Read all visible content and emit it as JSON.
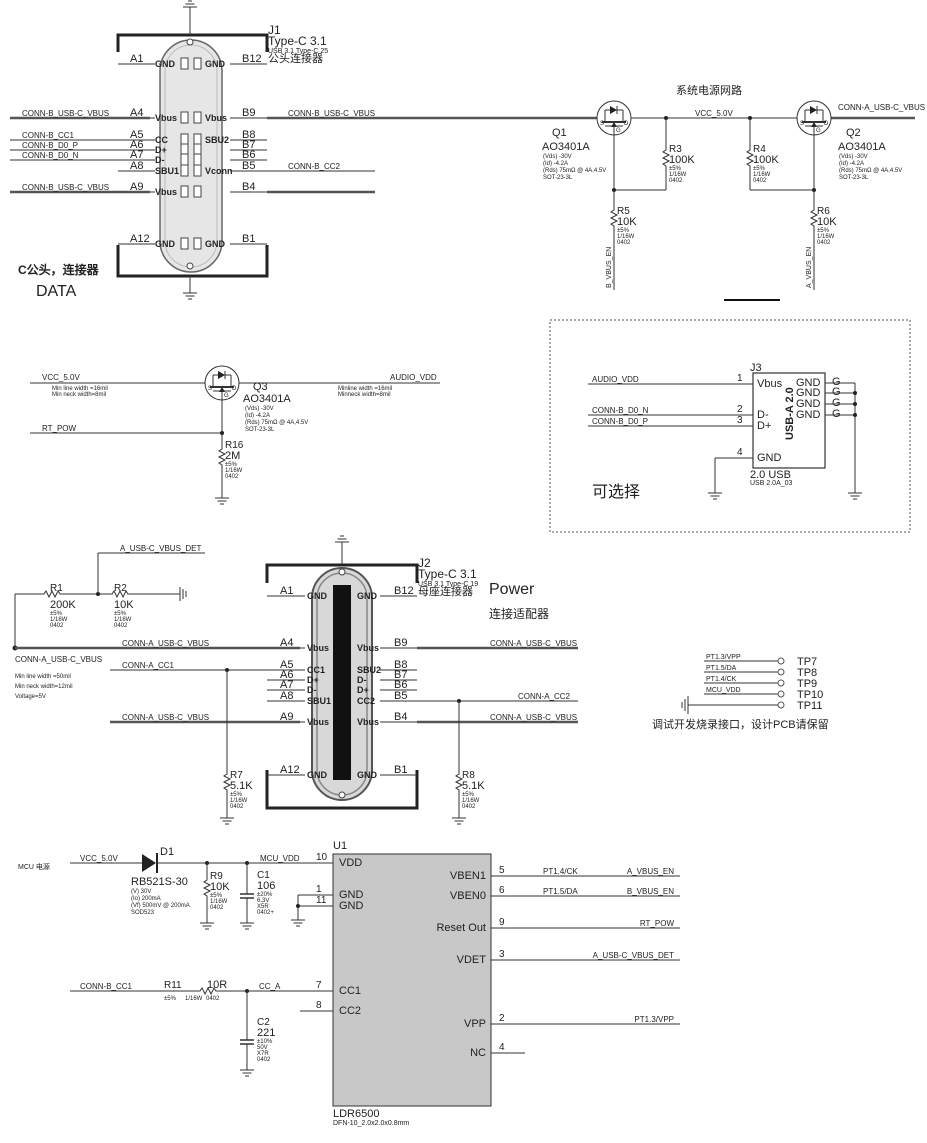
{
  "j1": {
    "ref": "J1",
    "type": "Type-C 3.1",
    "sub": "USB 3.1 Type-C 25",
    "kind": "公头连接器",
    "note1": "C公头，连接器",
    "note2": "DATA",
    "left_pins": [
      "A1",
      "A4",
      "A5",
      "A6",
      "A7",
      "A8",
      "A9",
      "A12"
    ],
    "right_pins": [
      "B12",
      "B9",
      "B8",
      "B7",
      "B6",
      "B5",
      "B4",
      "B1"
    ],
    "left_names": [
      "GND",
      "Vbus",
      "CC",
      "D+",
      "D-",
      "SBU1",
      "Vbus",
      "GND"
    ],
    "right_names": [
      "GND",
      "Vbus",
      "SBU2",
      "",
      "",
      "Vconn",
      "",
      "GND"
    ],
    "nets": {
      "l_vbus1": "CONN-B_USB-C_VBUS",
      "l_cc1": "CONN-B_CC1",
      "l_dp": "CONN-B_D0_P",
      "l_dn": "CONN-B_D0_N",
      "l_vbus2": "CONN-B_USB-C_VBUS",
      "r_vbus": "CONN-B_USB-C_VBUS",
      "r_cc2": "CONN-B_CC2"
    }
  },
  "power_net": {
    "title": "系统电源网路",
    "vcc": "VCC_5.0V",
    "conn_a": "CONN-A_USB-C_VBUS",
    "b_en": "B_VBUS_EN",
    "a_en": "A_VBUS_EN"
  },
  "q1": {
    "ref": "Q1",
    "part": "AO3401A",
    "p1": "(Vds) -30V",
    "p2": "(Id) -4.2A",
    "p3": "(Rds) 75mΩ @ 4A,4.5V",
    "pkg": "SOT-23-3L"
  },
  "q2": {
    "ref": "Q2",
    "part": "AO3401A",
    "p1": "(Vds) -30V",
    "p2": "(Id) -4.2A",
    "p3": "(Rds) 75mΩ @ 4A,4.5V",
    "pkg": "SOT-23-3L"
  },
  "q3": {
    "ref": "Q3",
    "part": "AO3401A",
    "p1": "(Vds) -30V",
    "p2": "(Id) -4.2A",
    "p3": "(Rds) 75mΩ @ 4A,4.5V",
    "pkg": "SOT-23-3L",
    "in_net": "VCC_5.0V",
    "in_n1": "Min line width =16mil",
    "in_n2": "Min neck width=8mil",
    "out_net": "AUDIO_VDD",
    "out_n1": "Minline width =16mil",
    "out_n2": "Minneck width=8mil",
    "gate_net": "RT_POW"
  },
  "r3": {
    "ref": "R3",
    "val": "100K",
    "tol": "±5%",
    "pw": "1/16W",
    "pkg": "0402"
  },
  "r4": {
    "ref": "R4",
    "val": "100K",
    "tol": "±5%",
    "pw": "1/16W",
    "pkg": "0402"
  },
  "r5": {
    "ref": "R5",
    "val": "10K",
    "tol": "±5%",
    "pw": "1/16W",
    "pkg": "0402"
  },
  "r6": {
    "ref": "R6",
    "val": "10K",
    "tol": "±5%",
    "pw": "1/16W",
    "pkg": "0402"
  },
  "r16": {
    "ref": "R16",
    "val": "2M",
    "tol": "±5%",
    "pw": "1/16W",
    "pkg": "0402"
  },
  "j3": {
    "ref": "J3",
    "title": "USB-A 2.0",
    "type": "2.0 USB",
    "sub": "USB 2.0A_03",
    "opt": "可选择",
    "pins": [
      "1",
      "2",
      "3",
      "4"
    ],
    "names": [
      "Vbus",
      "D-",
      "D+",
      "GND"
    ],
    "gnd": [
      "GND",
      "GND",
      "GND",
      "GND"
    ],
    "g": [
      "G",
      "G",
      "G",
      "G"
    ],
    "nets": [
      "AUDIO_VDD",
      "CONN-B_D0_N",
      "CONN-B_D0_P"
    ]
  },
  "j2": {
    "ref": "J2",
    "type": "Type-C 3.1",
    "sub": "USB 3.1 Type-C 19",
    "kind": "母座连接器",
    "power": "Power",
    "adapter": "连接适配器",
    "left_pins": [
      "A1",
      "A4",
      "A5",
      "A6",
      "A7",
      "A8",
      "A9",
      "A12"
    ],
    "right_pins": [
      "B12",
      "B9",
      "B8",
      "B7",
      "B6",
      "B5",
      "B4",
      "B1"
    ],
    "left_names": [
      "GND",
      "Vbus",
      "CC1",
      "D+",
      "D-",
      "SBU1",
      "Vbus",
      "GND"
    ],
    "right_names": [
      "GND",
      "Vbus",
      "SBU2",
      "D-",
      "D+",
      "CC2",
      "Vbus",
      "GND"
    ],
    "nets": {
      "det": "A_USB-C_VBUS_DET",
      "vbus_l": "CONN-A_USB-C_VBUS",
      "cc1": "CONN-A_CC1",
      "vbus_l2": "CONN-A_USB-C_VBUS",
      "vbus_r": "CONN-A_USB-C_VBUS",
      "cc2": "CONN-A_CC2",
      "vbus_r2": "CONN-A_USB-C_VBUS",
      "vbus_node": "CONN-A_USB-C_VBUS",
      "n1": "Min line width =50mil",
      "n2": "Min neck width=12mil",
      "n3": "Voltage=5V"
    }
  },
  "r1": {
    "ref": "R1",
    "val": "200K",
    "tol": "±5%",
    "pw": "1/16W",
    "pkg": "0402"
  },
  "r2": {
    "ref": "R2",
    "val": "10K",
    "tol": "±5%",
    "pw": "1/16W",
    "pkg": "0402"
  },
  "r7": {
    "ref": "R7",
    "val": "5.1K",
    "tol": "±5%",
    "pw": "1/16W",
    "pkg": "0402"
  },
  "r8": {
    "ref": "R8",
    "val": "5.1K",
    "tol": "±5%",
    "pw": "1/16W",
    "pkg": "0402"
  },
  "tp": {
    "nets": [
      "PT1.3/VPP",
      "PT1.5/DA",
      "PT1.4/CK",
      "MCU_VDD",
      ""
    ],
    "labels": [
      "TP7",
      "TP8",
      "TP9",
      "TP10",
      "TP11"
    ],
    "note": "调试开发烧录接口，设计PCB请保留"
  },
  "u1": {
    "ref": "U1",
    "part": "LDR6500",
    "pkg": "DFN-10_2.0x2.0x0.8mm",
    "lpins": [
      "10",
      "1",
      "11",
      "7",
      "8"
    ],
    "lnames": [
      "VDD",
      "GND",
      "GND",
      "CC1",
      "CC2"
    ],
    "rpins": [
      "5",
      "6",
      "9",
      "3",
      "2",
      "4"
    ],
    "rnames": [
      "VBEN1",
      "VBEN0",
      "Reset Out",
      "VDET",
      "VPP",
      "NC"
    ],
    "rnets": [
      "PT1.4/CK",
      "PT1.5/DA",
      "",
      "",
      "",
      ""
    ],
    "rnets2": [
      "A_VBUS_EN",
      "B_VBUS_EN",
      "RT_POW",
      "A_USB-C_VBUS_DET",
      "PT1.3/VPP",
      ""
    ],
    "mcu": "MCU 电源",
    "vcc": "VCC_5.0V",
    "mcu_vdd": "MCU_VDD",
    "cc_in": "CONN-B_CC1",
    "cc_a": "CC_A"
  },
  "d1": {
    "ref": "D1",
    "part": "RB521S-30",
    "p1": "(V) 30V",
    "p2": "(Io) 200mA",
    "p3": "(Vf) 500mV @ 200mA",
    "pkg": "SOD523"
  },
  "r9": {
    "ref": "R9",
    "val": "10K",
    "tol": "±5%",
    "pw": "1/16W",
    "pkg": "0402"
  },
  "c1": {
    "ref": "C1",
    "val": "106",
    "tol": "±20%",
    "v": "6.3V",
    "d": "X5R",
    "pkg": "0402+"
  },
  "r11": {
    "ref": "R11",
    "val": "10R",
    "tol": "±5%",
    "pw": "1/16W",
    "pkg": "0402"
  },
  "c2": {
    "ref": "C2",
    "val": "221",
    "tol": "±10%",
    "v": "50V",
    "d": "X7R",
    "pkg": "0402"
  }
}
